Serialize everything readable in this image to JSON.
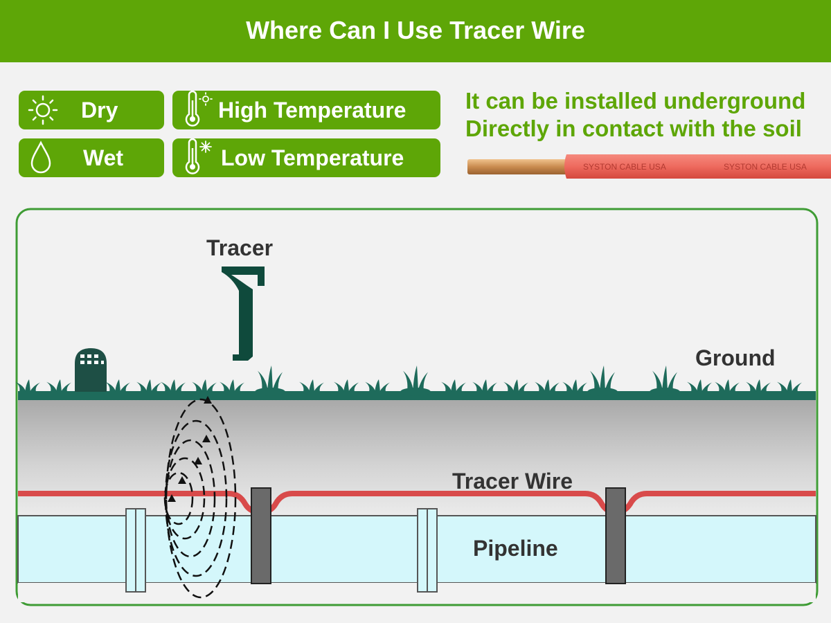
{
  "header": {
    "title": "Where Can I Use Tracer Wire"
  },
  "conditions": [
    {
      "label": "Dry",
      "icon": "sun-icon"
    },
    {
      "label": "High Temperature",
      "icon": "thermometer-sun-icon"
    },
    {
      "label": "Wet",
      "icon": "water-drop-icon"
    },
    {
      "label": "Low Temperature",
      "icon": "thermometer-snowflake-icon"
    }
  ],
  "install_note": {
    "line1": "It can be installed underground",
    "line2": "Directly in contact with the soil"
  },
  "cable": {
    "print_text": "SYSTON CABLE USA"
  },
  "diagram": {
    "tracer_label": "Tracer",
    "ground_label": "Ground",
    "tracer_wire_label": "Tracer Wire",
    "pipeline_label": "Pipeline"
  },
  "colors": {
    "brand_green": "#5ea607",
    "ground_teal": "#1e6b5b",
    "tracer_dark": "#0f4a3c",
    "wire_red": "#d84a4a",
    "pipe_cyan": "#d4f7fb",
    "coupling_gray": "#6a6a6a",
    "copper": "#c98b4f",
    "cable_red": "#ee6a5e"
  }
}
